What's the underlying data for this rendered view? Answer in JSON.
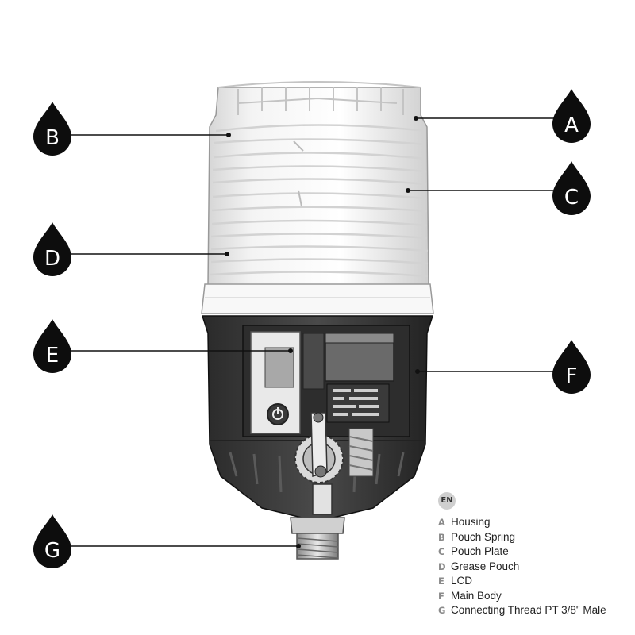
{
  "badge": "EN",
  "callouts": [
    {
      "letter": "A",
      "label": "Housing"
    },
    {
      "letter": "B",
      "label": "Pouch Spring"
    },
    {
      "letter": "C",
      "label": "Pouch Plate"
    },
    {
      "letter": "D",
      "label": "Grease Pouch"
    },
    {
      "letter": "E",
      "label": "LCD"
    },
    {
      "letter": "F",
      "label": "Main Body"
    },
    {
      "letter": "G",
      "label": "Connecting Thread PT 3/8\" Male"
    }
  ]
}
